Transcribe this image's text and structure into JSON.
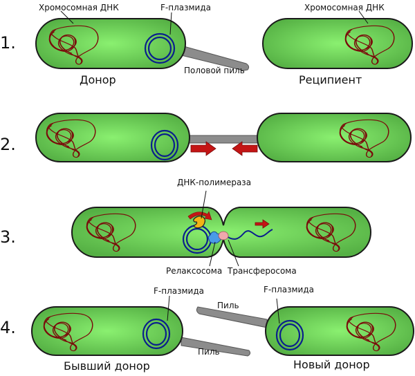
{
  "steps": [
    {
      "number": "1.",
      "labels": {
        "chromosome_left": "Хромосомная ДНК",
        "plasmid": "F-плазмида",
        "chromosome_right": "Хромосомная ДНК",
        "pilus": "Половой пиль",
        "donor": "Донор",
        "recipient": "Реципиент"
      }
    },
    {
      "number": "2."
    },
    {
      "number": "3.",
      "labels": {
        "polymerase": "ДНК-полимераза",
        "relaxosome": "Релаксосома",
        "transferosome": "Трансферосома"
      }
    },
    {
      "number": "4.",
      "labels": {
        "plasmid_left": "F-плазмида",
        "plasmid_right": "F-плазмида",
        "pilus_top": "Пиль",
        "pilus_bottom": "Пиль",
        "former_donor": "Бывший донор",
        "new_donor": "Новый донор"
      }
    }
  ],
  "colors": {
    "cell_fill_center": "#86ec6e",
    "cell_fill_edge": "#4fae3f",
    "dna": "#7a0b0b",
    "plasmid": "#0a1f8c",
    "pilus": "#8c8c8c",
    "arrow": "#c41515",
    "polymerase": "#f2b315",
    "relaxosome": "#4a9be8",
    "transferosome": "#f0a8ac"
  }
}
